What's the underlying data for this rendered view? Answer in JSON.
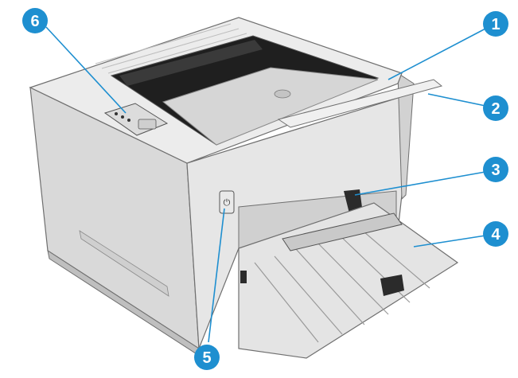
{
  "callouts": [
    {
      "number": "1",
      "color": "#1e8fd0"
    },
    {
      "number": "2",
      "color": "#1e8fd0"
    },
    {
      "number": "3",
      "color": "#1e8fd0"
    },
    {
      "number": "4",
      "color": "#1e8fd0"
    },
    {
      "number": "5",
      "color": "#1e8fd0"
    },
    {
      "number": "6",
      "color": "#1e8fd0"
    }
  ],
  "colors": {
    "body": "#e3e3e3",
    "body_shadow": "#c9c9c9",
    "outline": "#6f6f6f",
    "dark": "#3a3a3a",
    "leader": "#1e8fd0"
  },
  "icons": {
    "power_button": "power-icon"
  }
}
